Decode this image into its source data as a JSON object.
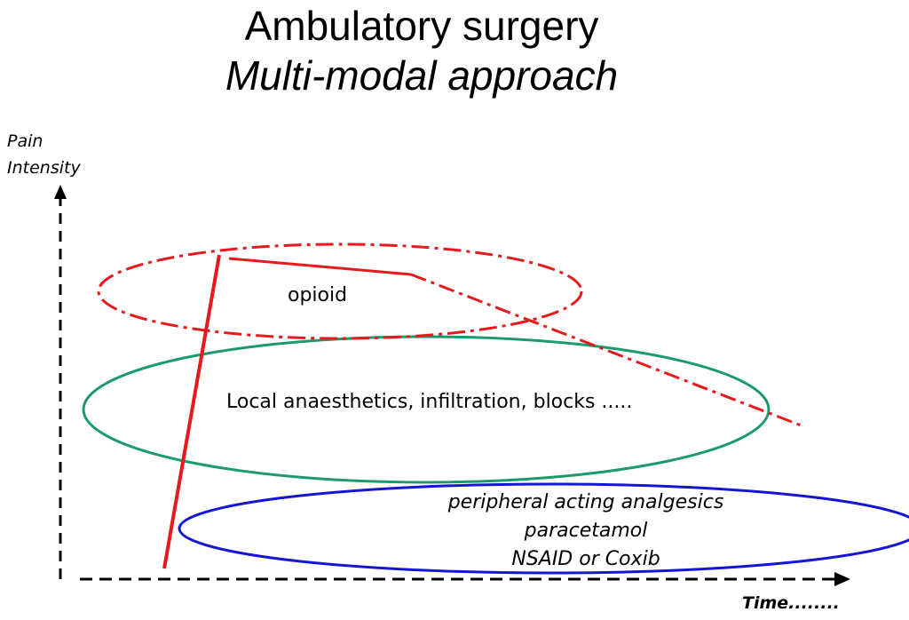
{
  "title": "Ambulatory surgery",
  "subtitle": "Multi-modal approach",
  "axes": {
    "y_label": "Pain Intensity",
    "x_label": "Time........"
  },
  "regions": {
    "opioid": "opioid",
    "local": "Local anaesthetics, infiltration, blocks .....",
    "peripheral": [
      "peripheral acting analgesics",
      "paracetamol",
      "NSAID or Coxib"
    ]
  },
  "colors": {
    "opioid": "#e8191c",
    "local": "#1d9a6c",
    "peripheral": "#1515d6",
    "pain_curve": "#e8191c",
    "axis": "#000000"
  }
}
